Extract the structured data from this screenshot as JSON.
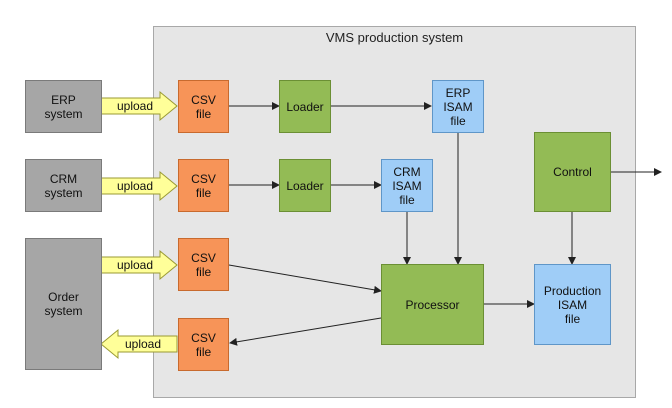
{
  "container": {
    "title": "VMS production system"
  },
  "external": {
    "erp": "ERP\nsystem",
    "crm": "CRM\nsystem",
    "order": "Order\nsystem"
  },
  "csv": {
    "csv1": "CSV\nfile",
    "csv2": "CSV\nfile",
    "csv3": "CSV\nfile",
    "csv4": "CSV\nfile"
  },
  "uploads": {
    "u1": "upload",
    "u2": "upload",
    "u3": "upload",
    "u4": "upload"
  },
  "loaders": {
    "loader1": "Loader",
    "loader2": "Loader"
  },
  "isam": {
    "erp": "ERP\nISAM\nfile",
    "crm": "CRM\nISAM\nfile",
    "production": "Production\nISAM\nfile"
  },
  "processor": "Processor",
  "control": "Control",
  "colors": {
    "external": "#a6a6a6",
    "csv": "#f79458",
    "green": "#93bb55",
    "blue": "#9fcdf7",
    "upload_arrow": "#ffff99",
    "container": "#e6e6e6"
  }
}
